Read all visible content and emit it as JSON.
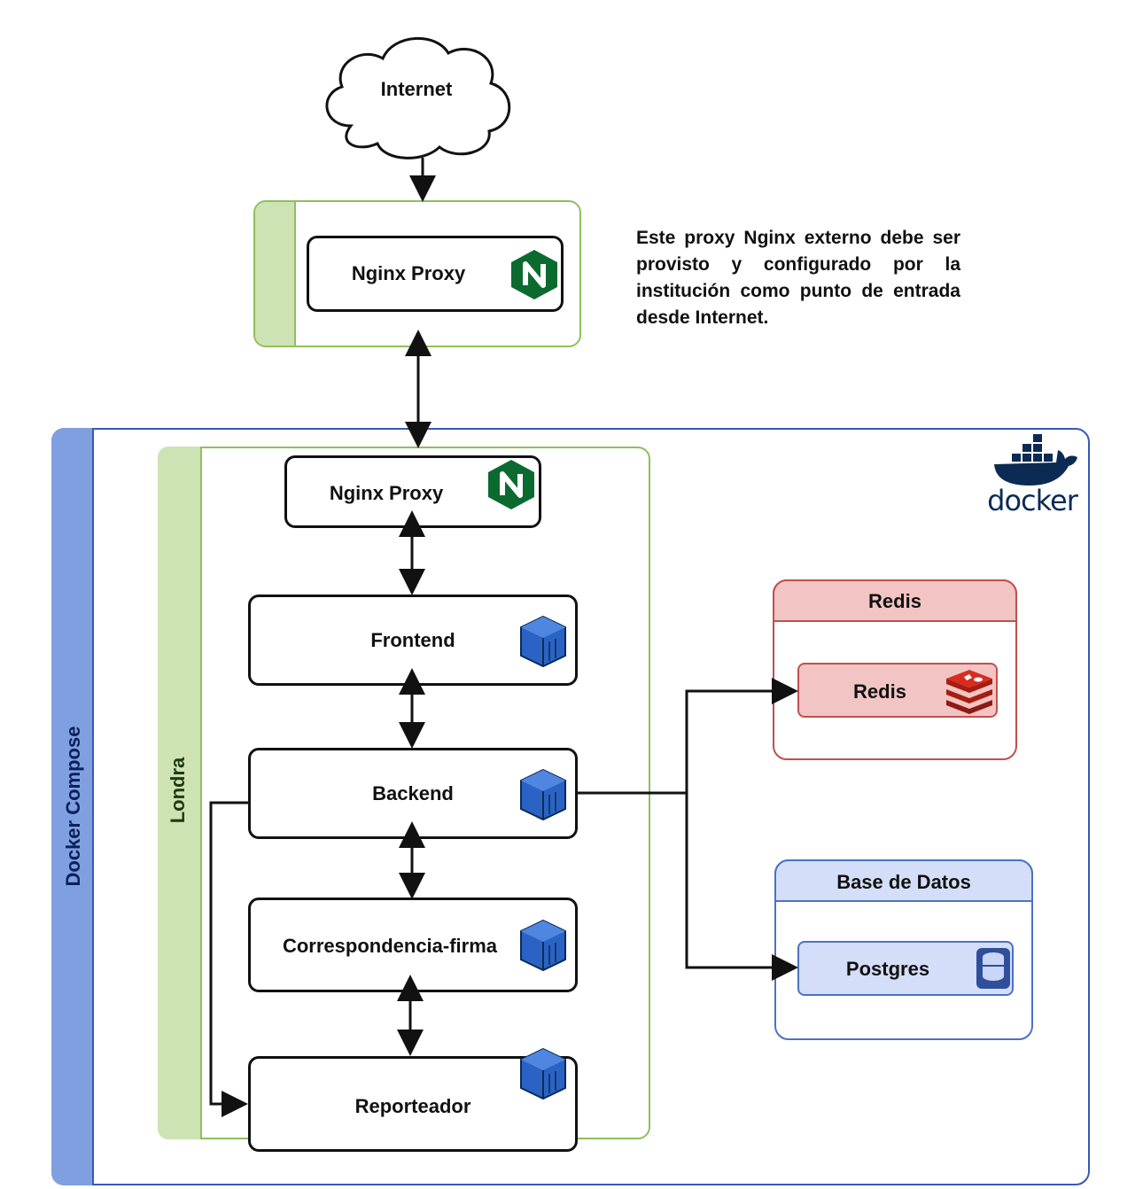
{
  "internet": {
    "label": "Internet"
  },
  "external_proxy": {
    "label": "Nginx Proxy"
  },
  "note": {
    "text": "Este proxy Nginx externo debe ser provisto y configurado por la institución como punto de entrada desde Internet."
  },
  "docker_compose": {
    "label": "Docker Compose",
    "logo_text": "docker"
  },
  "londra": {
    "label": "Londra",
    "services": {
      "nginx": "Nginx Proxy",
      "frontend": "Frontend",
      "backend": "Backend",
      "correspondencia": "Correspondencia-firma",
      "reporteador": "Reporteador"
    }
  },
  "redis": {
    "group_title": "Redis",
    "service": "Redis"
  },
  "database": {
    "group_title": "Base de Datos",
    "service": "Postgres"
  },
  "colors": {
    "green_border": "#8fbf5a",
    "green_fill": "#cde3b3",
    "blue_border": "#3a57b8",
    "blue_fill": "#7f9fe0",
    "red_border": "#c0504d",
    "red_fill": "#f2c4c4",
    "db_fill": "#d5def8",
    "nginx_green": "#0b6b2f",
    "container_blue": "#2a63c4"
  },
  "icons": [
    "cloud-icon",
    "nginx-icon",
    "docker-whale-icon",
    "container-icon",
    "redis-icon",
    "postgres-icon"
  ]
}
